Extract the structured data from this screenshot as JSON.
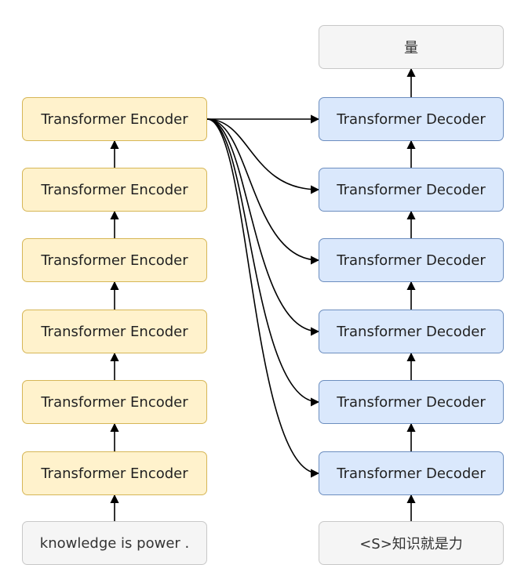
{
  "encoder": {
    "label": "Transformer Encoder",
    "layers": [
      "Transformer Encoder",
      "Transformer Encoder",
      "Transformer Encoder",
      "Transformer Encoder",
      "Transformer Encoder",
      "Transformer Encoder"
    ]
  },
  "decoder": {
    "label": "Transformer Decoder",
    "layers": [
      "Transformer Decoder",
      "Transformer Decoder",
      "Transformer Decoder",
      "Transformer Decoder",
      "Transformer Decoder",
      "Transformer Decoder"
    ]
  },
  "input_text": "knowledge is power .",
  "decoder_input": "<S>知识就是力",
  "output_token": "量",
  "colors": {
    "encoder_fill": "#fff2cc",
    "encoder_border": "#d6b656",
    "decoder_fill": "#dae8fc",
    "decoder_border": "#6c8ebf",
    "io_fill": "#f5f5f5",
    "arrow": "#000000"
  }
}
